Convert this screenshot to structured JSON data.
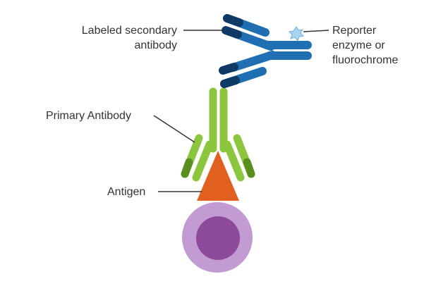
{
  "labels": {
    "secondary_line1": "Labeled secondary",
    "secondary_line2": "antibody",
    "reporter_line1": "Reporter",
    "reporter_line2": "enzyme or",
    "reporter_line3": "fluorochrome",
    "primary": "Primary Antibody",
    "antigen": "Antigen"
  },
  "colors": {
    "secondary_light": "#1f6fb2",
    "secondary_dark": "#0f3a66",
    "primary_light": "#8cc63f",
    "primary_dark": "#5a8f1f",
    "antigen": "#e1601f",
    "cell_outer": "#c39bd3",
    "cell_nucleus": "#8e4a9a",
    "reporter_star": "#a9d3f0",
    "leader_line": "#333333"
  },
  "icons": {
    "reporter": "star-burst-icon"
  }
}
